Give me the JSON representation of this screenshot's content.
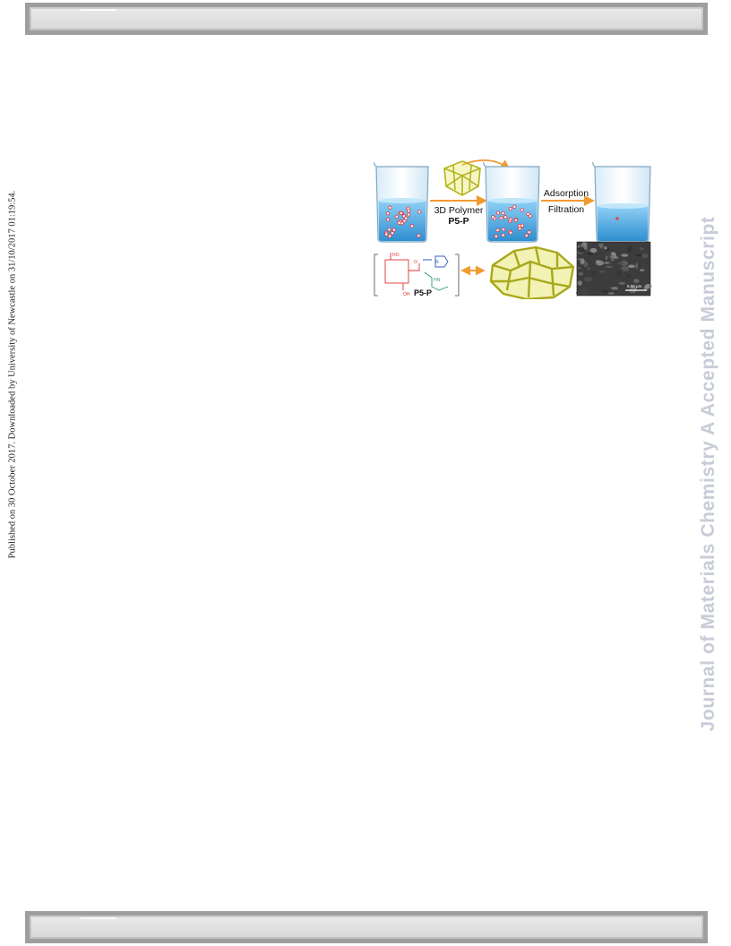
{
  "header_band": {},
  "footer_band": {},
  "side_note": "Published on 30 October 2017. Downloaded by University of Newcastle on 31/10/2017 01:19:54.",
  "watermark": "Journal of Materials Chemistry A Accepted Manuscript",
  "figure": {
    "arrow1_label_line1": "3D Polymer",
    "arrow1_label_line2": "P5-P",
    "arrow2_label_line1": "Adsorption",
    "arrow2_label_line2": "Filtration",
    "polymer_label": "P5-P",
    "scale_bar_label": "5.00 μm",
    "colors": {
      "arrow": "#f29a32",
      "liquid": "#4aa9e0",
      "particle": "#e0434d",
      "cage": "#c9c92b"
    }
  }
}
